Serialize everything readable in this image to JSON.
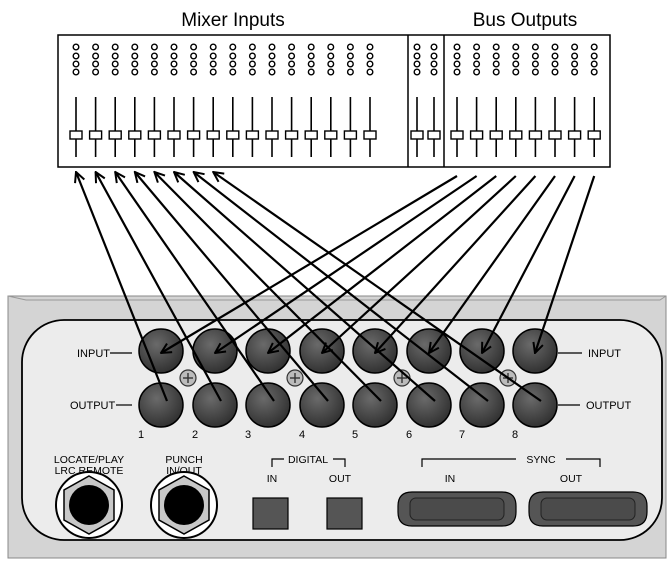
{
  "mixer": {
    "inputs_title": "Mixer Inputs",
    "outputs_title": "Bus Outputs",
    "input_channel_count": 16,
    "output_channel_count": 8
  },
  "recorder": {
    "input_label_left": "INPUT",
    "input_label_right": "INPUT",
    "output_label_left": "OUTPUT",
    "output_label_right": "OUTPUT",
    "channel_numbers": [
      "1",
      "2",
      "3",
      "4",
      "5",
      "6",
      "7",
      "8"
    ],
    "locate_label_line1": "LOCATE/PLAY",
    "locate_label_line2": "LRC REMOTE",
    "punch_label_line1": "PUNCH",
    "punch_label_line2": "IN/OUT",
    "digital_label": "DIGITAL",
    "digital_in": "IN",
    "digital_out": "OUT",
    "sync_label": "SYNC",
    "sync_in": "IN",
    "sync_out": "OUT"
  },
  "connections": [
    {
      "from": "recorder-output-1",
      "to": "mixer-input-1"
    },
    {
      "from": "recorder-output-2",
      "to": "mixer-input-2"
    },
    {
      "from": "recorder-output-3",
      "to": "mixer-input-3"
    },
    {
      "from": "recorder-output-4",
      "to": "mixer-input-4"
    },
    {
      "from": "recorder-output-5",
      "to": "mixer-input-5"
    },
    {
      "from": "recorder-output-6",
      "to": "mixer-input-6"
    },
    {
      "from": "recorder-output-7",
      "to": "mixer-input-7"
    },
    {
      "from": "recorder-output-8",
      "to": "mixer-input-8"
    },
    {
      "from": "bus-output-1",
      "to": "recorder-input-1"
    },
    {
      "from": "bus-output-2",
      "to": "recorder-input-2"
    },
    {
      "from": "bus-output-3",
      "to": "recorder-input-3"
    },
    {
      "from": "bus-output-4",
      "to": "recorder-input-4"
    },
    {
      "from": "bus-output-5",
      "to": "recorder-input-5"
    },
    {
      "from": "bus-output-6",
      "to": "recorder-input-6"
    },
    {
      "from": "bus-output-7",
      "to": "recorder-input-7"
    },
    {
      "from": "bus-output-8",
      "to": "recorder-input-8"
    }
  ],
  "colors": {
    "jack": "#4a4a4a",
    "panel": "#eeeeee",
    "chassis": "#d4d4d4",
    "ink": "#000000"
  }
}
